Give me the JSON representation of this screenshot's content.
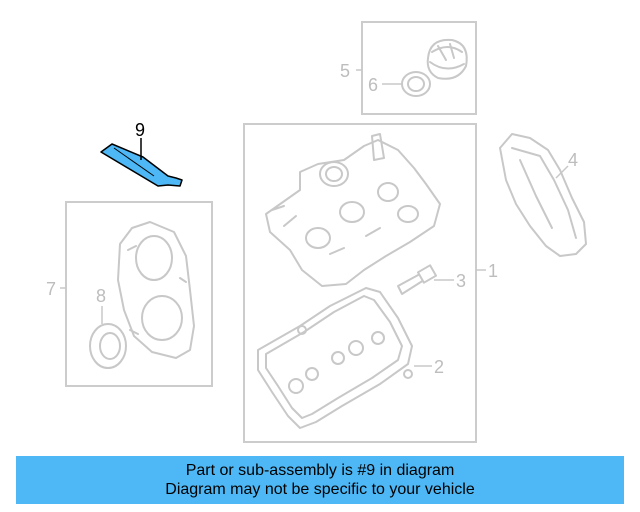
{
  "callouts": [
    "1",
    "2",
    "3",
    "4",
    "5",
    "6",
    "7",
    "8",
    "9"
  ],
  "highlighted_callout": "9",
  "highlight_color": "#4db8f5",
  "banner": {
    "line1": "Part or sub-assembly is #9 in diagram",
    "line2": "Diagram may not be specific to your vehicle"
  }
}
